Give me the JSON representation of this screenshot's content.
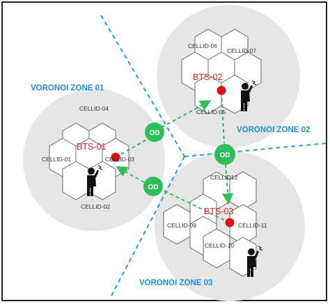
{
  "colors": {
    "zone_label": "#1f8fd6",
    "bts_label": "#e8242a",
    "bts_dot": "#e01010",
    "od_node": "#2fbf5a",
    "od_line": "#2fbf5a",
    "boundary": "#2a9ad8",
    "zone_bg": "#e6e6e6",
    "hex_stroke": "#666666"
  },
  "zones": [
    {
      "label": "VORONOI ZONE 01"
    },
    {
      "label": "VORONOI ZONE 02"
    },
    {
      "label": "VORONOI ZONE 03"
    }
  ],
  "bts": [
    {
      "label": "BTS-01"
    },
    {
      "label": "BTS-02"
    },
    {
      "label": "BTS-03"
    }
  ],
  "cells": [
    {
      "label": "CELLID-01"
    },
    {
      "label": "CELLID-02"
    },
    {
      "label": "CELLID-03"
    },
    {
      "label": "CELLID-04"
    },
    {
      "label": "CELLID-05"
    },
    {
      "label": "CELLID-06"
    },
    {
      "label": "CELLID-07"
    },
    {
      "label": "CELLID-09"
    },
    {
      "label": "CELLID-10"
    },
    {
      "label": "CELLID-11"
    },
    {
      "label": "CELLID12"
    }
  ],
  "od": [
    {
      "label": "OD"
    },
    {
      "label": "OD"
    },
    {
      "label": "OD"
    }
  ],
  "icons": {
    "user": "phone-user-icon"
  }
}
